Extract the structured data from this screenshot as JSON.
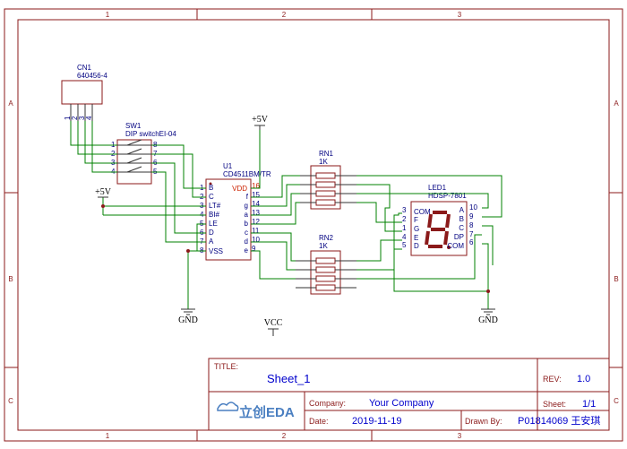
{
  "zones": {
    "columns": [
      "1",
      "2",
      "3"
    ],
    "rows": [
      "A",
      "B",
      "C"
    ]
  },
  "components": {
    "cn1": {
      "ref": "CN1",
      "value": "640456-4",
      "pins": [
        "1",
        "2",
        "3",
        "4"
      ]
    },
    "sw1": {
      "ref": "SW1",
      "value": "DIP switchEI-04",
      "left_pins": [
        "1",
        "2",
        "3",
        "4"
      ],
      "right_pins": [
        "8",
        "7",
        "6",
        "5"
      ]
    },
    "u1": {
      "ref": "U1",
      "value": "CD4511BM/TR",
      "left_pins": [
        {
          "num": "1",
          "name": "B"
        },
        {
          "num": "2",
          "name": "C"
        },
        {
          "num": "3",
          "name": "LT#"
        },
        {
          "num": "4",
          "name": "BI#"
        },
        {
          "num": "5",
          "name": "LE"
        },
        {
          "num": "6",
          "name": "D"
        },
        {
          "num": "7",
          "name": "A"
        },
        {
          "num": "8",
          "name": "VSS"
        }
      ],
      "vdd_label": "VDD",
      "vdd_num": "16",
      "right_pins": [
        {
          "num": "15",
          "name": "f"
        },
        {
          "num": "14",
          "name": "g"
        },
        {
          "num": "13",
          "name": "a"
        },
        {
          "num": "12",
          "name": "b"
        },
        {
          "num": "11",
          "name": "c"
        },
        {
          "num": "10",
          "name": "d"
        },
        {
          "num": "9",
          "name": "e"
        }
      ]
    },
    "rn1": {
      "ref": "RN1",
      "value": "1K"
    },
    "rn2": {
      "ref": "RN2",
      "value": "1K"
    },
    "led1": {
      "ref": "LED1",
      "value": "HDSP-7801",
      "left_pins": [
        {
          "num": "3",
          "name": "COM"
        },
        {
          "num": "2",
          "name": "F"
        },
        {
          "num": "1",
          "name": "G"
        },
        {
          "num": "4",
          "name": "E"
        },
        {
          "num": "5",
          "name": "D"
        }
      ],
      "right_pins": [
        {
          "num": "10",
          "name": "A"
        },
        {
          "num": "9",
          "name": "B"
        },
        {
          "num": "8",
          "name": "C"
        },
        {
          "num": "7",
          "name": "DP"
        },
        {
          "num": "6",
          "name": "COM"
        }
      ]
    }
  },
  "power": {
    "vcc5_top": "+5V",
    "vcc5_left": "+5V",
    "gnd_left": "GND",
    "vcc": "VCC",
    "gnd_right": "GND"
  },
  "title_block": {
    "title_label": "TITLE:",
    "title": "Sheet_1",
    "rev_label": "REV:",
    "rev": "1.0",
    "logo": "立创EDA",
    "company_label": "Company:",
    "company": "Your Company",
    "sheet_label": "Sheet:",
    "sheet": "1/1",
    "date_label": "Date:",
    "date": "2019-11-19",
    "drawn_label": "Drawn By:",
    "drawn_by": "P01814069 王安琪"
  },
  "colors": {
    "frame": "#8b1a1a",
    "wire": "#008000",
    "pin_text": "#000080",
    "title_value": "#0000cc"
  }
}
